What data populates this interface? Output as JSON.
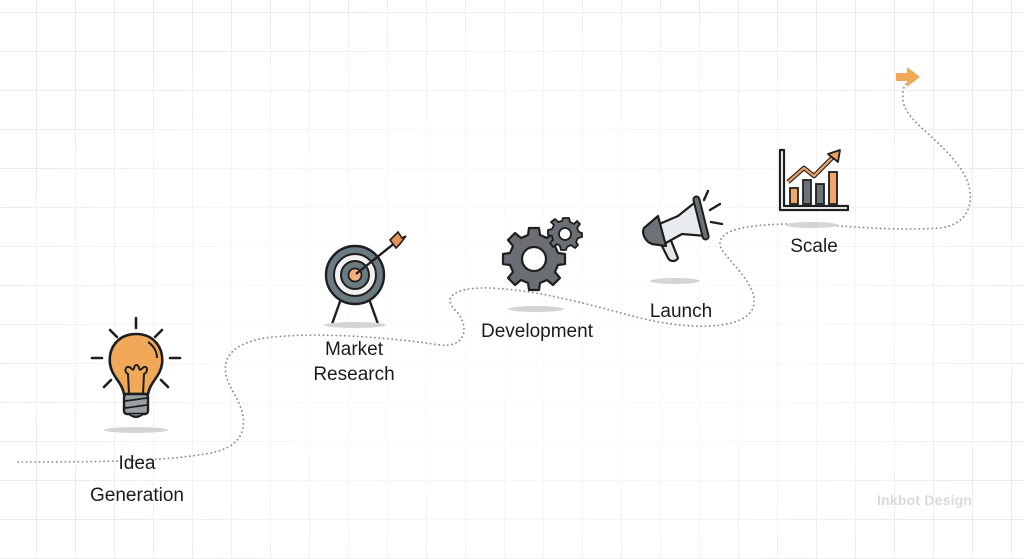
{
  "diagram": {
    "type": "process-roadmap",
    "path_style": "dotted-curve",
    "accent_color": "#f0a955",
    "icon_gray": "#6b7378",
    "stages": [
      {
        "id": "idea",
        "label_line1": "Idea",
        "label_line2": "Generation",
        "icon": "lightbulb-icon"
      },
      {
        "id": "market",
        "label_line1": "Market",
        "label_line2": "Research",
        "icon": "target-arrow-icon"
      },
      {
        "id": "development",
        "label_line1": "Development",
        "label_line2": "",
        "icon": "gears-icon"
      },
      {
        "id": "launch",
        "label_line1": "Launch",
        "label_line2": "",
        "icon": "megaphone-icon"
      },
      {
        "id": "scale",
        "label_line1": "Scale",
        "label_line2": "",
        "icon": "bar-chart-growth-icon"
      }
    ],
    "end_marker": "arrow-right-icon"
  },
  "watermark": "Inkbot Design"
}
